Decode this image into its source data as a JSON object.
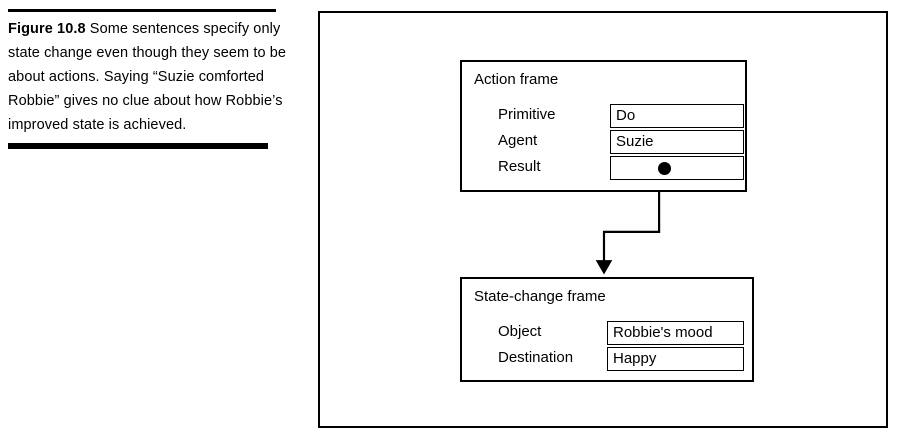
{
  "figure": {
    "label": "Figure 10.8",
    "caption": " Some sentences specify only state change even though they seem to be about actions. Saying “Suzie comforted Robbie” gives no clue about how Robbie’s improved state is achieved."
  },
  "diagram": {
    "frames": [
      {
        "id": "action-frame",
        "title": "Action frame",
        "slots": [
          {
            "label": "Primitive",
            "value": "Do",
            "marker": "none"
          },
          {
            "label": "Agent",
            "value": "Suzie",
            "marker": "none"
          },
          {
            "label": "Result",
            "value": "",
            "marker": "filled-dot"
          }
        ]
      },
      {
        "id": "state-change-frame",
        "title": "State-change frame",
        "slots": [
          {
            "label": "Object",
            "value": "Robbie's mood",
            "marker": "none"
          },
          {
            "label": "Destination",
            "value": "Happy",
            "marker": "none"
          }
        ]
      }
    ],
    "connector": {
      "from": "action-frame.Result",
      "to": "state-change-frame",
      "style": "elbow-arrow",
      "arrowhead": "solid-triangle"
    }
  },
  "colors": {
    "ink": "#000000",
    "paper": "#ffffff"
  }
}
